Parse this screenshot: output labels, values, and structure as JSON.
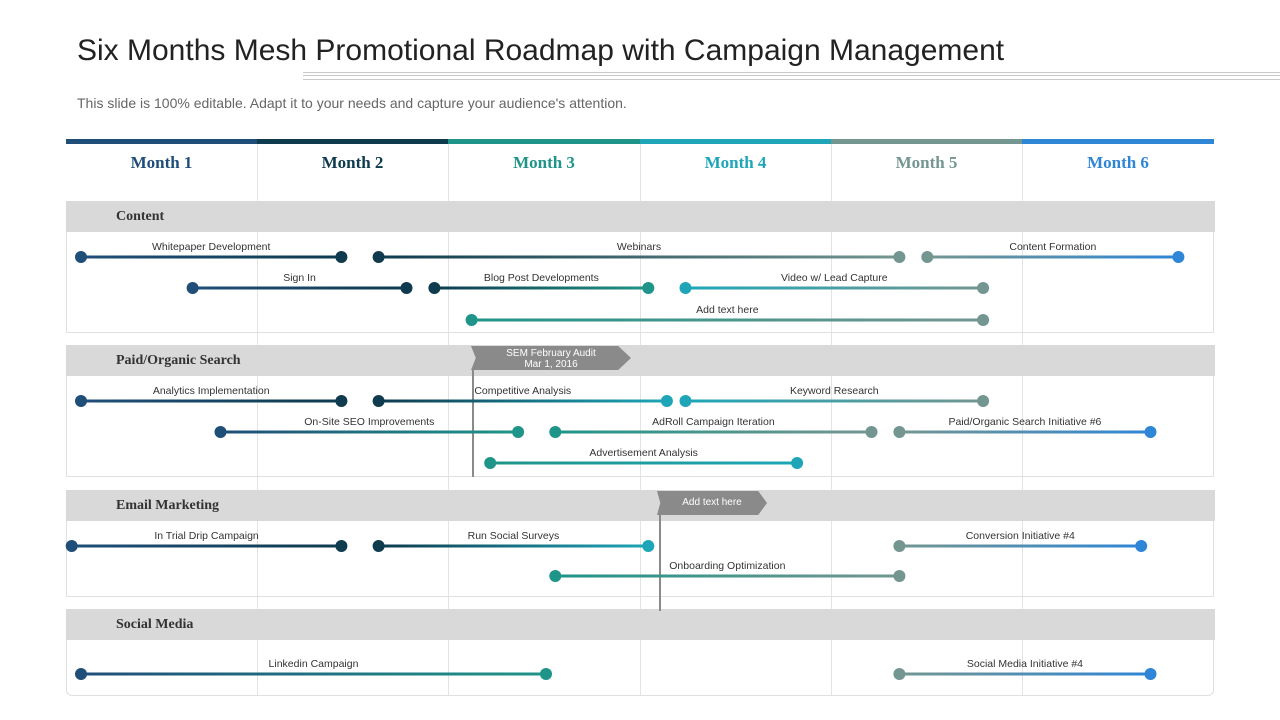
{
  "title": "Six Months Mesh Promotional Roadmap with Campaign Management",
  "subtitle": "This slide is 100% editable. Adapt it to your needs and capture your audience's attention.",
  "months": [
    {
      "label": "Month 1",
      "color": "#1f4e79"
    },
    {
      "label": "Month 2",
      "color": "#0e3b4e"
    },
    {
      "label": "Month 3",
      "color": "#1f9488"
    },
    {
      "label": "Month 4",
      "color": "#1ea6b8"
    },
    {
      "label": "Month 5",
      "color": "#739690"
    },
    {
      "label": "Month 6",
      "color": "#2f86d6"
    }
  ],
  "sections": [
    {
      "label": "Content"
    },
    {
      "label": "Paid/Organic Search"
    },
    {
      "label": "Email Marketing"
    },
    {
      "label": "Social Media"
    }
  ],
  "milestones": [
    {
      "line1": "SEM February Audit",
      "line2": "Mar 1, 2016"
    },
    {
      "line1": "Add text here",
      "line2": ""
    }
  ],
  "tasks": [
    {
      "label": "Whitepaper Development",
      "start": 0.0,
      "end": 1.4,
      "from": "#1f4e79",
      "to": "#0e3b4e"
    },
    {
      "label": "Webinars",
      "start": 1.6,
      "end": 4.4,
      "from": "#0e3b4e",
      "to": "#739690"
    },
    {
      "label": "Content Formation",
      "start": 4.55,
      "end": 5.9,
      "from": "#739690",
      "to": "#2f86d6"
    },
    {
      "label": "Sign In",
      "start": 0.6,
      "end": 1.75,
      "from": "#1f4e79",
      "to": "#0e3b4e"
    },
    {
      "label": "Blog Post Developments",
      "start": 1.9,
      "end": 3.05,
      "from": "#0e3b4e",
      "to": "#1f9488"
    },
    {
      "label": "Video w/ Lead Capture",
      "start": 3.25,
      "end": 4.85,
      "from": "#1ea6b8",
      "to": "#739690"
    },
    {
      "label": "Add text here",
      "start": 2.1,
      "end": 4.85,
      "from": "#1f9488",
      "to": "#739690"
    },
    {
      "label": "Analytics Implementation",
      "start": 0.0,
      "end": 1.4,
      "from": "#1f4e79",
      "to": "#0e3b4e"
    },
    {
      "label": "Competitive Analysis",
      "start": 1.6,
      "end": 3.15,
      "from": "#0e3b4e",
      "to": "#1ea6b8"
    },
    {
      "label": "Keyword Research",
      "start": 3.25,
      "end": 4.85,
      "from": "#1ea6b8",
      "to": "#739690"
    },
    {
      "label": "On-Site SEO Improvements",
      "start": 0.75,
      "end": 2.35,
      "from": "#1f4e79",
      "to": "#1f9488"
    },
    {
      "label": "AdRoll Campaign Iteration",
      "start": 2.55,
      "end": 4.25,
      "from": "#1f9488",
      "to": "#739690"
    },
    {
      "label": "Paid/Organic Search Initiative #6",
      "start": 4.4,
      "end": 5.75,
      "from": "#739690",
      "to": "#2f86d6"
    },
    {
      "label": "Advertisement Analysis",
      "start": 2.2,
      "end": 3.85,
      "from": "#1f9488",
      "to": "#1ea6b8"
    },
    {
      "label": "In Trial Drip Campaign",
      "start": -0.05,
      "end": 1.4,
      "from": "#1f4e79",
      "to": "#0e3b4e"
    },
    {
      "label": "Run Social Surveys",
      "start": 1.6,
      "end": 3.05,
      "from": "#0e3b4e",
      "to": "#1ea6b8"
    },
    {
      "label": "Conversion Initiative #4",
      "start": 4.4,
      "end": 5.7,
      "from": "#739690",
      "to": "#2f86d6"
    },
    {
      "label": "Onboarding Optimization",
      "start": 2.55,
      "end": 4.4,
      "from": "#1f9488",
      "to": "#739690"
    },
    {
      "label": "Linkedin Campaign",
      "start": 0.0,
      "end": 2.5,
      "from": "#1f4e79",
      "to": "#1f9488"
    },
    {
      "label": "Social Media Initiative #4",
      "start": 4.4,
      "end": 5.75,
      "from": "#739690",
      "to": "#2f86d6"
    }
  ]
}
